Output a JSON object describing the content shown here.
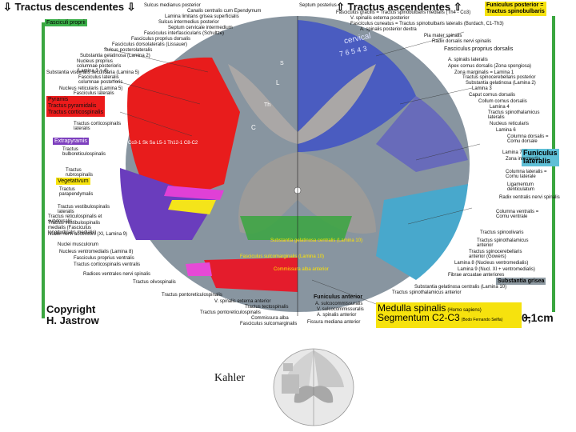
{
  "header": {
    "left_title": "⇩ Tractus descendentes ⇩",
    "right_title": "⇧ Tractus ascendentes ⇧"
  },
  "legend_boxes": {
    "fasciculi_proprii": "Fasciculi proprii",
    "pyramis": [
      "Pyramis",
      "Tractus pyramidalis",
      "Tractus corticospinalis"
    ],
    "extrapyramis": "Extrapyramis",
    "vegetativum": "Vegetativum",
    "funiculus_posterior": [
      "Funiculus posterior =",
      "Tractus spinobulbaris"
    ],
    "funiculus_lateralis": [
      "Funiculus",
      "lateralis"
    ],
    "substantia_grisea": "Substantia grisea",
    "title_box": [
      "Medulla spinalis",
      "(Homo sapiens)",
      "Segmentum C2-C3",
      "(Bodo Fernando Seifla)"
    ],
    "scale": "0,1cm"
  },
  "left_labels": [
    "Sulcus medianus posterior",
    "Canalis centralis cum Ependymum",
    "Lamina limitans grisea superficialis",
    "Sulcus intermedius posterior",
    "Septum cervicale intermedium",
    "Fasciculus interfascicularis (Schultze)",
    "Fasciculus proprius dorsalis",
    "Fasciculus dorsolateralis (Lissauer)",
    "Sulcus posterolateralis",
    "Substantia gelatinosa (Lamina 2)",
    "Nucleus proprius columnae posterioris (Lamina 3 + 4)",
    "Substantia visceralis secundaria (Lamina 5)",
    "Fasciculus lateralis columnae posterioris",
    "Nucleus reticularis (Lamina 5)",
    "Fasciculus lateralis",
    "Tractus corticospinalis lateralis",
    "Tractus bulboreticulospinalis",
    "Tractus rubrospinalis",
    "Tractus parapendymalis",
    "Tractus vestibulospinalis lateralis",
    "Tractus reticulospinalis et subdorsalis",
    "Tractus vestibulospinalis medialis (Fasciculus longitudinalis medialis)",
    "Nuclei nervi accessorii (XI, Lamina 9)",
    "Nuclei musculorum",
    "Nucleus ventromedialis (Lamina 8)",
    "Fasciculus proprius ventralis",
    "Tractus corticospinalis ventralis",
    "Radices ventrales nervi spinalis",
    "Tractus olivospinalis"
  ],
  "right_labels": [
    "Septum posterius",
    "Fasciculus gracilis = Tractus spinobulbaris medialis (Th4 - Co3)",
    "V. spinalis externa posterior",
    "Fasciculus cuneatus = Tractus spinobulbaris lateralis (Burdach, C1-Th3)",
    "A. spinalis posterior dextra",
    "Pia mater spinalis",
    "Radix dorsalis nervi spinalis",
    "Fasciculus proprius dorsalis",
    "A. spinalis lateralis",
    "Apex cornus dorsalis (Zona spongiosa)",
    "Zona marginalis = Lamina 1",
    "Tractus spinocerebellaris posterior",
    "Substantia gelatinosa (Lamina 2)",
    "Lamina 3",
    "Caput cornus dorsalis",
    "Collum cornus dorsalis",
    "Lamina 4",
    "Tractus spinothalamicus lateralis",
    "Nucleus reticularis",
    "Lamina 6",
    "Columna dorsalis = Cornu dorsale",
    "Lamina 7",
    "Zona intermedia",
    "Columna lateralis = Cornu laterale",
    "Ligamentum denticulatum",
    "Radix ventralis nervi spinalis",
    "Columna ventralis = Cornu ventrale",
    "Tractus spinoolivaris",
    "Tractus spinothalamicus anterior",
    "Tractus spinocerebellaris anterior (Gowers)",
    "Lamina 8 (Nucleus ventromedialis)",
    "Lamina 9 (Nucl. XI + ventromedialis)",
    "Fibrae arcuatae anteriores",
    "Substantia gelatinosa centralis (Lamina 10)",
    "Tractus spinothalamicus anterior"
  ],
  "bottom_labels": [
    "Tractus pontoreticulospinalis",
    "V. spinalis externa anterior",
    "Tractus tectospinalis",
    "Tractus pontoreticulospinalis",
    "Commissura alba",
    "Fasciculus sulcomarginalis",
    "Funiculus anterior",
    "A. sulcocommissuralis",
    "V. sulcocommissuralis",
    "A. spinalis anterior",
    "Fissura mediana anterior"
  ],
  "section_labels": {
    "cervical": "cervical",
    "segments": "7 6 5 4 3",
    "left_segments": "Co3-1  Sk Sa  L5-1  Th12-1  C8-C2",
    "lamina_L": "L",
    "lamina_Th": "Th",
    "lamina_C": "C",
    "lamina_S": "S",
    "central_1": "Substantia gelatinosa centralis (Lamina 10)",
    "central_2": "Fasciculus sulcomarginalis (Lamina 10)",
    "central_3": "Commissura alba anterior"
  },
  "copyright": [
    "Copyright",
    "H. Jastrow"
  ],
  "kahler_label": "Kahler",
  "colors": {
    "red": "#ec1b1b",
    "purple": "#7d3fbe",
    "yellow": "#f6e20e",
    "blue": "#4a63c8",
    "light_blue": "#5fc0d7",
    "green": "#3cb04a",
    "magenta": "#e33fd6",
    "gray": "#8e9aa2"
  }
}
